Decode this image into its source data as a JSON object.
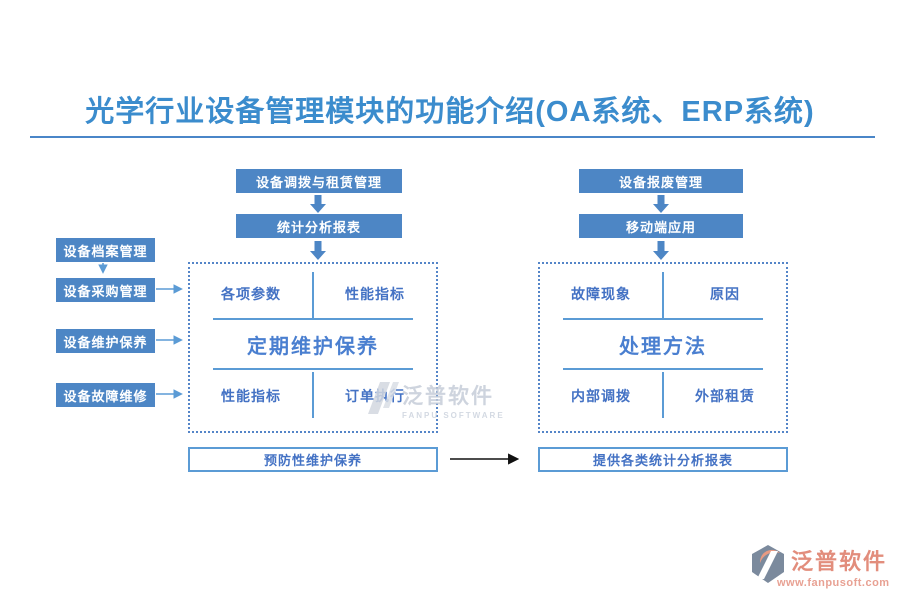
{
  "title": "光学行业设备管理模块的功能介绍(OA系统、ERP系统)",
  "left_column": {
    "items": [
      {
        "label": "设备档案管理"
      },
      {
        "label": "设备采购管理"
      },
      {
        "label": "设备维护保养"
      },
      {
        "label": "设备故障维修"
      }
    ]
  },
  "center_flow": {
    "button1": "设备调拨与租赁管理",
    "button2": "统计分析报表",
    "panel": {
      "top_left": "各项参数",
      "top_right": "性能指标",
      "center": "定期维护保养",
      "bottom_left": "性能指标",
      "bottom_right": "订单执行"
    },
    "result_box": "预防性维护保养"
  },
  "right_flow": {
    "button1": "设备报废管理",
    "button2": "移动端应用",
    "panel": {
      "top_left": "故障现象",
      "top_right": "原因",
      "center": "处理方法",
      "bottom_left": "内部调拨",
      "bottom_right": "外部租赁"
    },
    "result_box": "提供各类统计分析报表"
  },
  "watermark": {
    "name": "泛普软件",
    "subname": "FANPU SOFTWARE"
  },
  "footer_logo": {
    "name": "泛普软件",
    "url": "www.fanpusoft.com"
  },
  "colors": {
    "title_blue": "#3b8ccd",
    "node_blue": "#4d86c5",
    "label_blue": "#4472c4",
    "line_blue": "#5b9bd5",
    "dotted_border_blue": "#5585c8",
    "brand_salmon": "#e28d7c",
    "arrow_black": "#111111"
  }
}
